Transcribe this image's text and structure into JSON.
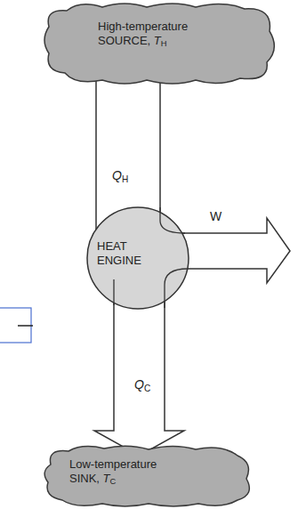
{
  "diagram": {
    "nodes": [
      {
        "text": [
          "High-temperature SOURCE, TH"
        ]
      },
      {
        "text": [
          "HEAT ENGINE"
        ]
      },
      {
        "text": [
          "Low-temperature SINK, TC"
        ]
      }
    ],
    "edges": [
      {
        "from": 0,
        "to": 1,
        "label": "QH",
        "arrow": "none"
      },
      {
        "from": 1,
        "to": 2,
        "label": "QC",
        "arrow": "to"
      }
    ],
    "labels": [
      "W"
    ]
  }
}
